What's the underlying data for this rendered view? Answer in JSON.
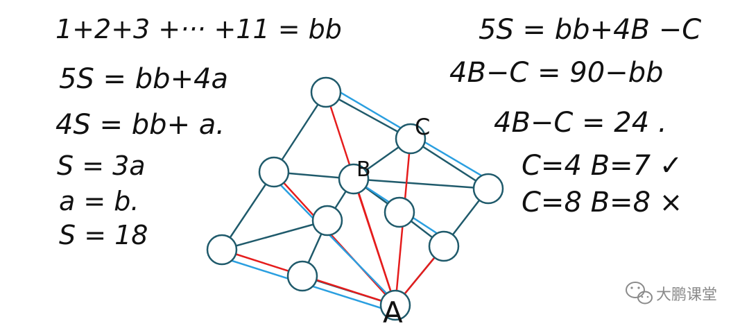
{
  "left_notes": [
    "1+2+3 +··· +11 = bb",
    "5S = bb+4a",
    "4S = bb+ a.",
    "S = 3a",
    "a = b.",
    "S = 18"
  ],
  "right_notes": [
    "5S = bb+4B −C",
    "4B−C = 90−bb",
    "4B−C = 24 .",
    "C=4   B=7 ✓",
    "C=8   B=8 ×"
  ],
  "diagram": {
    "labels": {
      "A": "A",
      "B": "B",
      "C": "C"
    },
    "colors": {
      "structure": "#1f5a6b",
      "red_lines": "#e51c1c",
      "blue_lines": "#2a9fe0",
      "ink": "#111111"
    }
  },
  "watermark": {
    "text": "大鹏课堂",
    "icon": "wechat-icon"
  }
}
